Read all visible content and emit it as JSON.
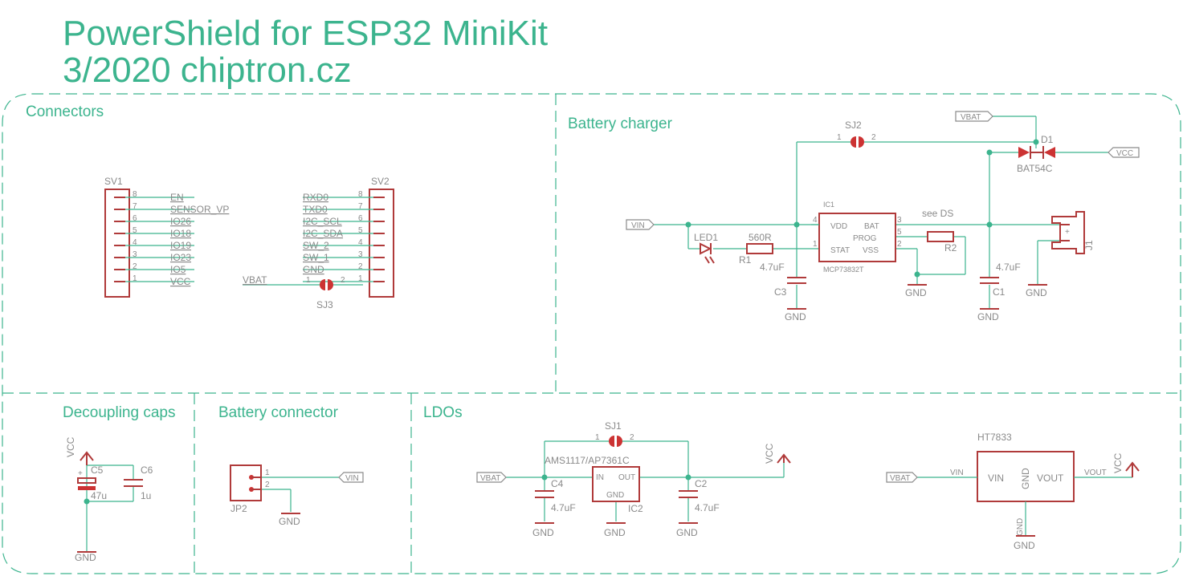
{
  "title": {
    "line1": "PowerShield for ESP32 MiniKit",
    "line2": "3/2020 chiptron.cz"
  },
  "sections": {
    "connectors": "Connectors",
    "battery_charger": "Battery charger",
    "decoupling_caps": "Decoupling caps",
    "battery_connector": "Battery connector",
    "ldos": "LDOs"
  },
  "connectors": {
    "sv1": {
      "name": "SV1",
      "pins": [
        {
          "num": "8",
          "net": "EN"
        },
        {
          "num": "7",
          "net": "SENSOR_VP"
        },
        {
          "num": "6",
          "net": "IO26"
        },
        {
          "num": "5",
          "net": "IO18"
        },
        {
          "num": "4",
          "net": "IO19"
        },
        {
          "num": "3",
          "net": "IO23"
        },
        {
          "num": "2",
          "net": "IO5"
        },
        {
          "num": "1",
          "net": "VCC"
        }
      ]
    },
    "sv2": {
      "name": "SV2",
      "pins": [
        {
          "num": "8",
          "net": "RXD0"
        },
        {
          "num": "7",
          "net": "TXD0"
        },
        {
          "num": "6",
          "net": "I2C_SCL"
        },
        {
          "num": "5",
          "net": "I2C_SDA"
        },
        {
          "num": "4",
          "net": "SW_2"
        },
        {
          "num": "3",
          "net": "SW_1"
        },
        {
          "num": "2",
          "net": "GND"
        },
        {
          "num": "1",
          "net": ""
        }
      ]
    },
    "sj3": {
      "name": "SJ3",
      "net": "VBAT",
      "pin1": "1",
      "pin2": "2"
    }
  },
  "battery_charger": {
    "vbat_flag": "VBAT",
    "vin_flag": "VIN",
    "vcc_flag": "VCC",
    "sj2": {
      "name": "SJ2",
      "pin1": "1",
      "pin2": "2"
    },
    "d1": {
      "name": "D1",
      "value": "BAT54C"
    },
    "ic1": {
      "name": "IC1",
      "part": "MCP73832T",
      "vdd": "VDD",
      "bat": "BAT",
      "prog": "PROG",
      "stat": "STAT",
      "vss": "VSS",
      "pin_vdd": "4",
      "pin_bat": "3",
      "pin_prog": "5",
      "pin_stat": "1",
      "pin_vss": "2"
    },
    "led1": "LED1",
    "r1": {
      "name": "R1",
      "value": "560R"
    },
    "r2": {
      "name": "R2",
      "value": "see DS"
    },
    "c3": {
      "name": "C3",
      "value": "4.7uF"
    },
    "c1": {
      "name": "C1",
      "value": "4.7uF"
    },
    "j1": "J1",
    "gnd": "GND"
  },
  "decoupling": {
    "vcc": "VCC",
    "c5": {
      "name": "C5",
      "value": "47u"
    },
    "c6": {
      "name": "C6",
      "value": "1u"
    },
    "gnd": "GND"
  },
  "battery_connector": {
    "jp2": "JP2",
    "pin1": "1",
    "pin2": "2",
    "vin_flag": "VIN",
    "gnd": "GND"
  },
  "ldos": {
    "sj1": {
      "name": "SJ1",
      "pin1": "1",
      "pin2": "2"
    },
    "ic2": {
      "name": "IC2",
      "part": "AMS1117/AP7361C",
      "in": "IN",
      "out": "OUT",
      "gnd_pin": "GND"
    },
    "vbat_flag": "VBAT",
    "c4": {
      "name": "C4",
      "value": "4.7uF"
    },
    "c2": {
      "name": "C2",
      "value": "4.7uF"
    },
    "vcc": "VCC",
    "gnd": "GND",
    "ht": {
      "name": "HT7833",
      "vin": "VIN",
      "gnd_pin": "GND",
      "vout": "VOUT",
      "vbat_flag": "VBAT",
      "vin_net": "VIN",
      "vout_net": "VOUT",
      "vcc": "VCC",
      "gnd_net": "GND",
      "gnd": "GND"
    }
  },
  "colors": {
    "frame": "#3cb48e",
    "symbol": "#b03a3a",
    "text": "#8a8a8a"
  }
}
